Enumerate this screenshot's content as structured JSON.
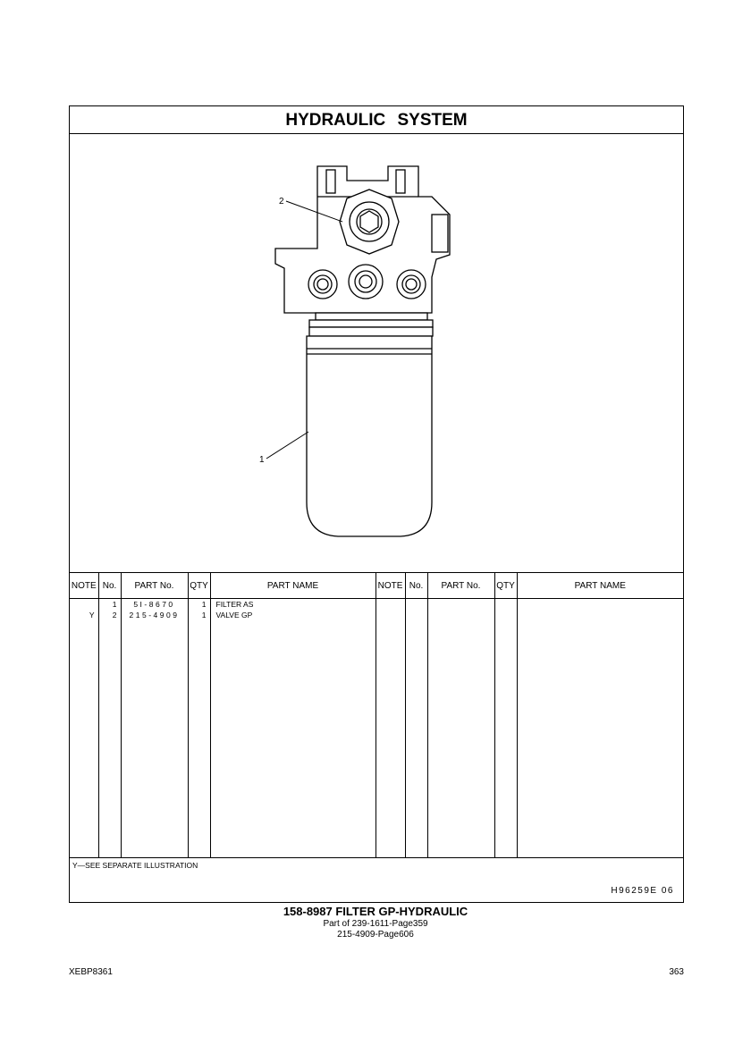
{
  "header": {
    "title": "HYDRAULIC  SYSTEM"
  },
  "illustration": {
    "callouts": [
      "1",
      "2"
    ]
  },
  "table": {
    "columns": [
      "NOTE",
      "No.",
      "PART No.",
      "QTY",
      "PART NAME",
      "NOTE",
      "No.",
      "PART No.",
      "QTY",
      "PART NAME"
    ],
    "rows": [
      {
        "note": "",
        "no": "1",
        "part_no": "5I-8670",
        "qty": "1",
        "name": "FILTER AS"
      },
      {
        "note": "Y",
        "no": "2",
        "part_no": "215-4909",
        "qty": "1",
        "name": "VALVE GP"
      }
    ]
  },
  "footnote": {
    "text": "Y—SEE SEPARATE ILLUSTRATION",
    "illustration_no": "H96259E   06"
  },
  "caption": {
    "line1": "158-8987  FILTER GP-HYDRAULIC",
    "line2": "Part of 239-1611-Page359",
    "line3": "215-4909-Page606"
  },
  "footer": {
    "publication": "XEBP8361",
    "page": "363"
  }
}
